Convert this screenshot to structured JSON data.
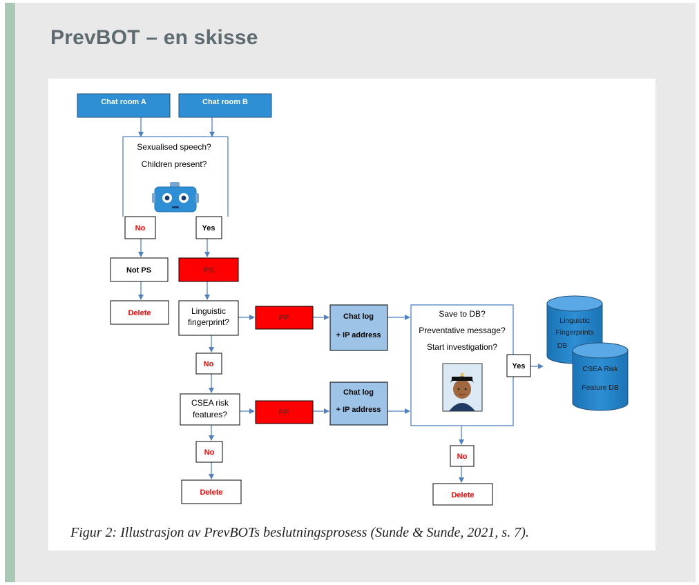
{
  "slide": {
    "title": "PrevBOT – en skisse"
  },
  "diagram": {
    "chat_room_a": "Chat room A",
    "chat_room_b": "Chat room B",
    "question_sexualised": "Sexualised speech?",
    "question_children": "Children present?",
    "no_label": "No",
    "yes_label": "Yes",
    "not_ps": "Not PS",
    "ps": "PS",
    "delete_label": "Delete",
    "linguistic_q_1": "Linguistic",
    "linguistic_q_2": "fingerprint?",
    "csea_q_1": "CSEA risk",
    "csea_q_2": "features?",
    "pp": "PP",
    "chat_log": "Chat log",
    "ip_address": "+ IP address",
    "save_db": "Save to DB?",
    "preventative": "Preventative message?",
    "start_investigation": "Start investigation?",
    "db1_line1": "Linguistic",
    "db1_line2": "Fingerprints",
    "db1_line3": "DB",
    "db2_line1": "CSEA Risk",
    "db2_line2": "Feature DB",
    "colors": {
      "blue": "#2e8fd4",
      "red": "#ff0000",
      "light_blue": "#9dc3e6",
      "line": "#4f81bd"
    }
  },
  "caption": "Figur 2: Illustrasjon av PrevBOTs beslutningsprosess (Sunde & Sunde, 2021, s. 7)."
}
